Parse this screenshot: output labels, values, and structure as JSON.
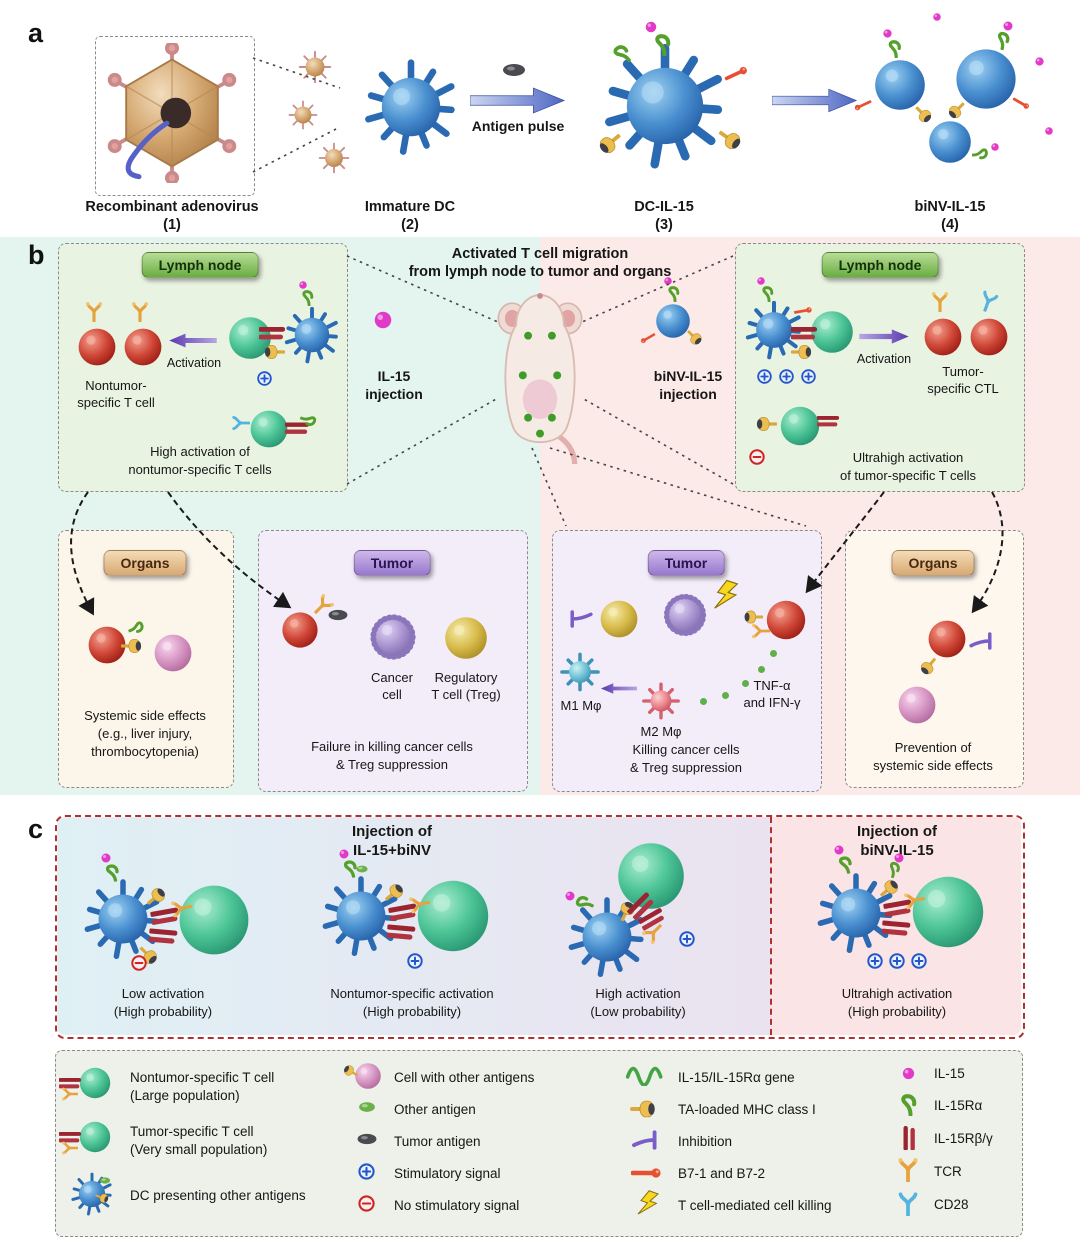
{
  "figure": {
    "a": "a",
    "b": "b",
    "c": "c"
  },
  "panel_a": {
    "antigen_pulse": "Antigen pulse",
    "steps": [
      {
        "name": "Recombinant adenovirus",
        "num": "(1)"
      },
      {
        "name": "Immature DC",
        "num": "(2)"
      },
      {
        "name": "DC-IL-15",
        "num": "(3)"
      },
      {
        "name": "biNV-IL-15",
        "num": "(4)"
      }
    ]
  },
  "panel_b": {
    "title1": "Activated T cell migration",
    "title2": "from lymph node to tumor and organs",
    "il15_1": "IL-15",
    "il15_2": "injection",
    "binv_1": "biNV-IL-15",
    "binv_2": "injection",
    "lymph_left": {
      "title": "Lymph node",
      "activation": "Activation",
      "cell1": "Nontumor-",
      "cell2": "specific T cell",
      "cap1": "High activation of",
      "cap2": "nontumor-specific T cells"
    },
    "lymph_right": {
      "title": "Lymph node",
      "activation": "Activation",
      "cell1": "Tumor-",
      "cell2": "specific CTL",
      "cap1": "Ultrahigh activation",
      "cap2": "of tumor-specific T cells"
    },
    "organs_left": {
      "title": "Organs",
      "cap1": "Systemic side effects",
      "cap2": "(e.g., liver injury,",
      "cap3": "thrombocytopenia)"
    },
    "tumor_left": {
      "title": "Tumor",
      "cancer1": "Cancer",
      "cancer2": "cell",
      "treg1": "Regulatory",
      "treg2": "T cell (Treg)",
      "cap1": "Failure in killing cancer cells",
      "cap2": "& Treg suppression"
    },
    "tumor_right": {
      "title": "Tumor",
      "cyt1": "TNF-α",
      "cyt2": "and IFN-γ",
      "m1": "M1 Mφ",
      "m2": "M2 Mφ",
      "cap1": "Killing cancer cells",
      "cap2": "& Treg suppression"
    },
    "organs_right": {
      "title": "Organs",
      "cap1": "Prevention of",
      "cap2": "systemic side effects"
    }
  },
  "panel_c": {
    "left_title1": "Injection of",
    "left_title2": "IL-15+biNV",
    "right_title1": "Injection of",
    "right_title2": "biNV-IL-15",
    "scenarios": [
      {
        "l1": "Low activation",
        "l2": "(High probability)"
      },
      {
        "l1": "Nontumor-specific activation",
        "l2": "(High probability)"
      },
      {
        "l1": "High activation",
        "l2": "(Low probability)"
      },
      {
        "l1": "Ultrahigh activation",
        "l2": "(High probability)"
      }
    ]
  },
  "legend": {
    "col1": [
      {
        "l1": "Nontumor-specific T cell",
        "l2": "(Large population)"
      },
      {
        "l1": "Tumor-specific T cell",
        "l2": "(Very small population)"
      },
      {
        "l1": "DC presenting other antigens",
        "l2": ""
      }
    ],
    "col2": [
      "Cell with other antigens",
      "Other antigen",
      "Tumor antigen",
      "Stimulatory signal",
      "No stimulatory signal"
    ],
    "col3": [
      "IL-15/IL-15Rα gene",
      "TA-loaded MHC class I",
      "Inhibition",
      "B7-1 and B7-2",
      "T cell-mediated cell killing"
    ],
    "col4": [
      "IL-15",
      "IL-15Rα",
      "IL-15Rβ/γ",
      "TCR",
      "CD28"
    ]
  }
}
